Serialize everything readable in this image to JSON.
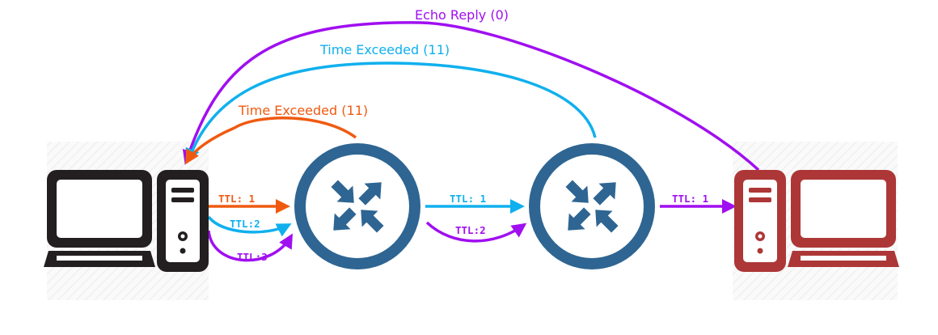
{
  "colors": {
    "purple": "#a00ff0",
    "blue": "#10b0ee",
    "orange": "#f05a10",
    "router": "#2e6592",
    "source_pc": "#231f20",
    "dest_pc": "#ad3737"
  },
  "icons": {
    "source": "desktop-computer-icon",
    "router1": "router-icon",
    "router2": "router-icon",
    "destination": "desktop-computer-icon"
  },
  "labels": {
    "echo_reply": "Echo Reply (0)",
    "time_exceeded_router2": "Time Exceeded (11)",
    "time_exceeded_router1": "Time Exceeded (11)",
    "hop1_ttl1": "TTL: 1",
    "hop1_ttl2": "TTL:2",
    "hop1_ttl3": "TTL:3",
    "hop2_ttl1": "TTL: 1",
    "hop2_ttl2": "TTL:2",
    "hop3_ttl1": "TTL: 1"
  }
}
